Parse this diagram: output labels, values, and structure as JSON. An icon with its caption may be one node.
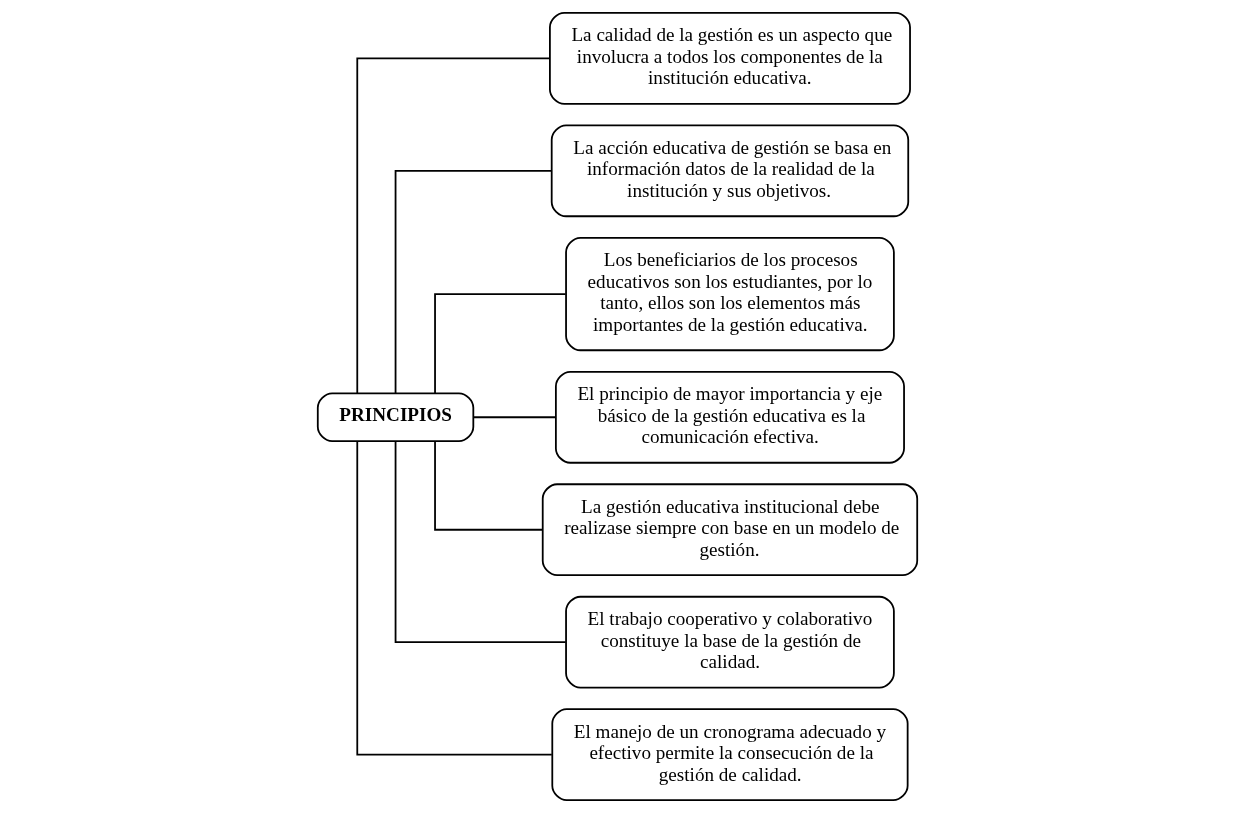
{
  "diagram": {
    "nodes": [
      {
        "text": [
          "PRINCIPIOS"
        ]
      },
      {
        "text": [
          "La calidad de la gestión es un aspecto que involucra a todos los componentes de la institución educativa."
        ]
      },
      {
        "text": [
          "La acción educativa de gestión se basa en información datos de la realidad de la institución y sus objetivos."
        ]
      },
      {
        "text": [
          "Los beneficiarios de los procesos educativos son los estudiantes, por lo tanto, ellos son los elementos más importantes de la gestión educativa."
        ]
      },
      {
        "text": [
          "El principio de mayor importancia y eje básico de la gestión educativa es la comunicación efectiva."
        ]
      },
      {
        "text": [
          "La gestión educativa institucional debe realizase siempre con base en un modelo de gestión."
        ]
      },
      {
        "text": [
          "El trabajo cooperativo y colaborativo constituye la base de la gestión de calidad."
        ]
      },
      {
        "text": [
          "El manejo de un cronograma adecuado y efectivo permite la consecución de la gestión de calidad."
        ]
      }
    ],
    "edges": [
      {
        "from": 0,
        "to": 1,
        "arrow": "none"
      },
      {
        "from": 0,
        "to": 2,
        "arrow": "none"
      },
      {
        "from": 0,
        "to": 3,
        "arrow": "none"
      },
      {
        "from": 0,
        "to": 4,
        "arrow": "none"
      },
      {
        "from": 0,
        "to": 5,
        "arrow": "none"
      },
      {
        "from": 0,
        "to": 6,
        "arrow": "none"
      },
      {
        "from": 0,
        "to": 7,
        "arrow": "none"
      }
    ]
  }
}
